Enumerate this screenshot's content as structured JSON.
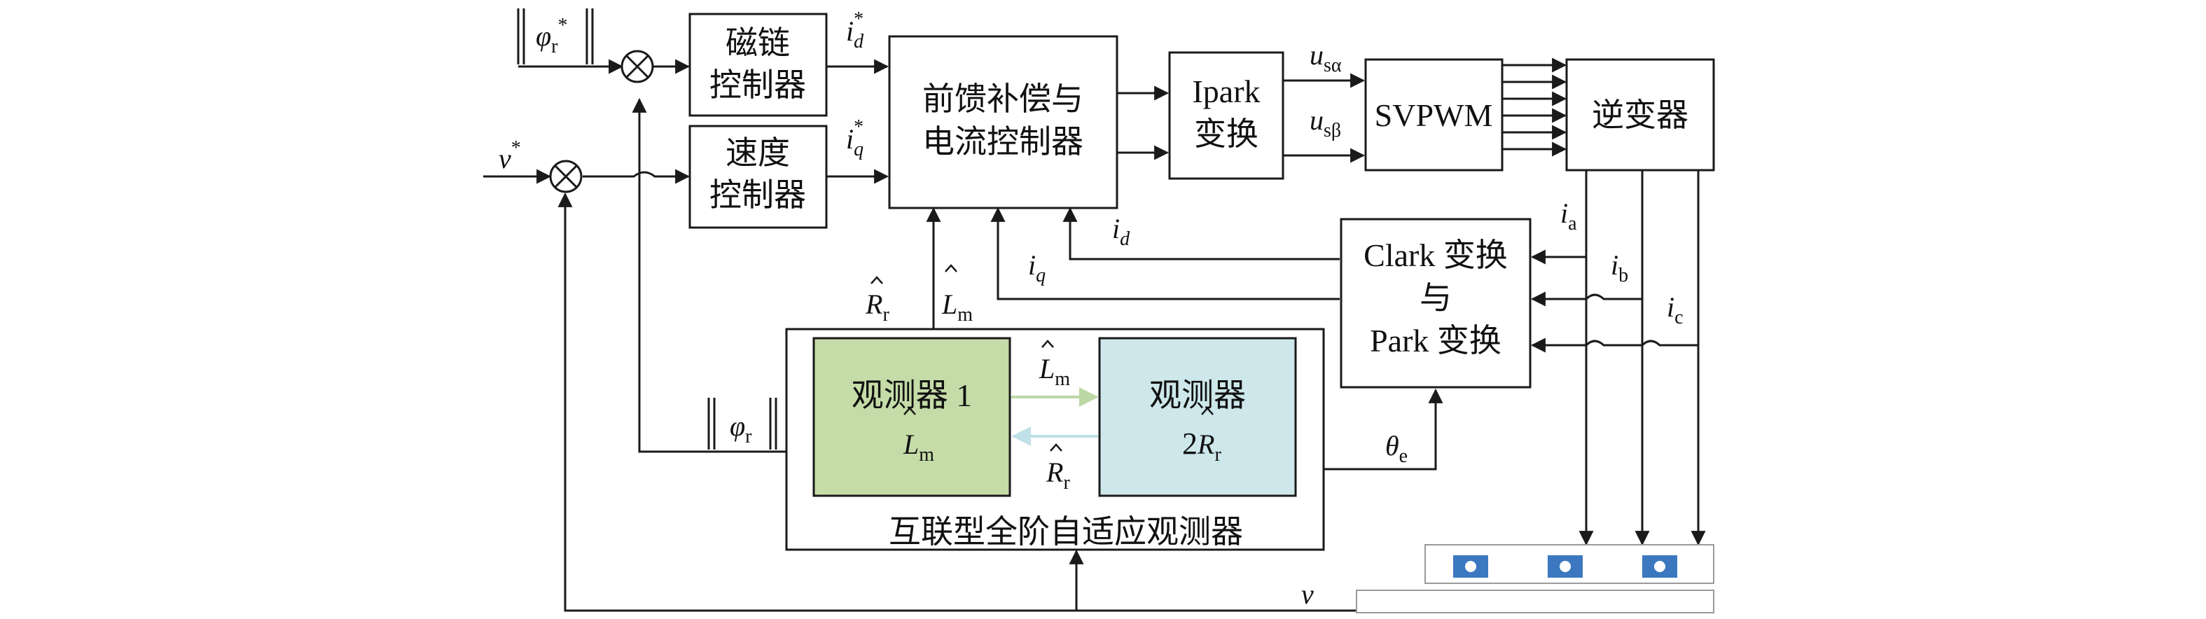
{
  "blocks": {
    "flux_ctrl": {
      "line1": "磁链",
      "line2": "控制器"
    },
    "speed_ctrl": {
      "line1": "速度",
      "line2": "控制器"
    },
    "current_ctrl": {
      "line1": "前馈补偿与",
      "line2": "电流控制器"
    },
    "ipark": {
      "line1": "Ipark",
      "line2": "变换"
    },
    "svpwm": {
      "label": "SVPWM"
    },
    "inverter": {
      "label": "逆变器"
    },
    "clark_park": {
      "line1": "Clark 变换",
      "line2": "与",
      "line3": "Park 变换"
    },
    "observer_outer": {
      "label": "互联型全阶自适应观测器"
    },
    "observer1": {
      "line1": "观测器 1",
      "sym": "L",
      "sub": "m"
    },
    "observer2": {
      "line1": "观测器",
      "prefix": "2",
      "sym": "R",
      "sub": "r"
    }
  },
  "signals": {
    "phi_ref": {
      "sym": "φ",
      "sub": "r",
      "sup": "*"
    },
    "v_ref": {
      "sym": "v",
      "sup": "*"
    },
    "id_ref": {
      "sym": "i",
      "sub": "d",
      "sup": "*"
    },
    "iq_ref": {
      "sym": "i",
      "sub": "q",
      "sup": "*"
    },
    "us_alpha": {
      "sym": "u",
      "sub": "sα"
    },
    "us_beta": {
      "sym": "u",
      "sub": "sβ"
    },
    "id_fb": {
      "sym": "i",
      "sub": "d"
    },
    "iq_fb": {
      "sym": "i",
      "sub": "q"
    },
    "ia": {
      "sym": "i",
      "sub": "a"
    },
    "ib": {
      "sym": "i",
      "sub": "b"
    },
    "ic": {
      "sym": "i",
      "sub": "c"
    },
    "rr_hat": {
      "sym": "R",
      "sub": "r"
    },
    "lm_hat": {
      "sym": "L",
      "sub": "m"
    },
    "phi_mag": {
      "sym": "φ",
      "sub": "r"
    },
    "lm_link": {
      "sym": "L",
      "sub": "m"
    },
    "rr_link": {
      "sym": "R",
      "sub": "r"
    },
    "theta_e": {
      "sym": "θ",
      "sub": "e"
    },
    "v_fb": {
      "sym": "v"
    }
  },
  "colors": {
    "line": "#1a1a1a",
    "observer1_fill": "#c5dca8",
    "observer2_fill": "#cde7ea",
    "lm_arrow": "#bcd8a4",
    "rr_arrow": "#bfe0e6",
    "motor_fill": "#3c78c0"
  }
}
